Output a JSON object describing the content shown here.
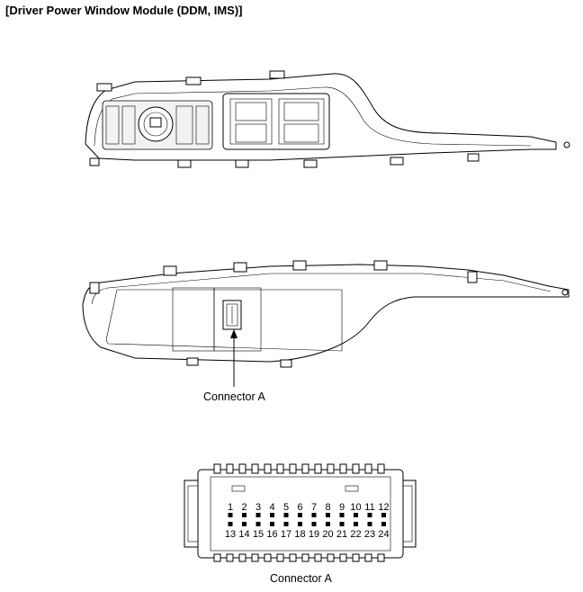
{
  "title": "[Driver Power Window Module (DDM, IMS)]",
  "callout_label": "Connector A",
  "connector_caption": "Connector A",
  "pins_top": [
    "1",
    "2",
    "3",
    "4",
    "5",
    "6",
    "7",
    "8",
    "9",
    "10",
    "11",
    "12"
  ],
  "pins_bottom": [
    "13",
    "14",
    "15",
    "16",
    "17",
    "18",
    "19",
    "20",
    "21",
    "22",
    "23",
    "24"
  ]
}
